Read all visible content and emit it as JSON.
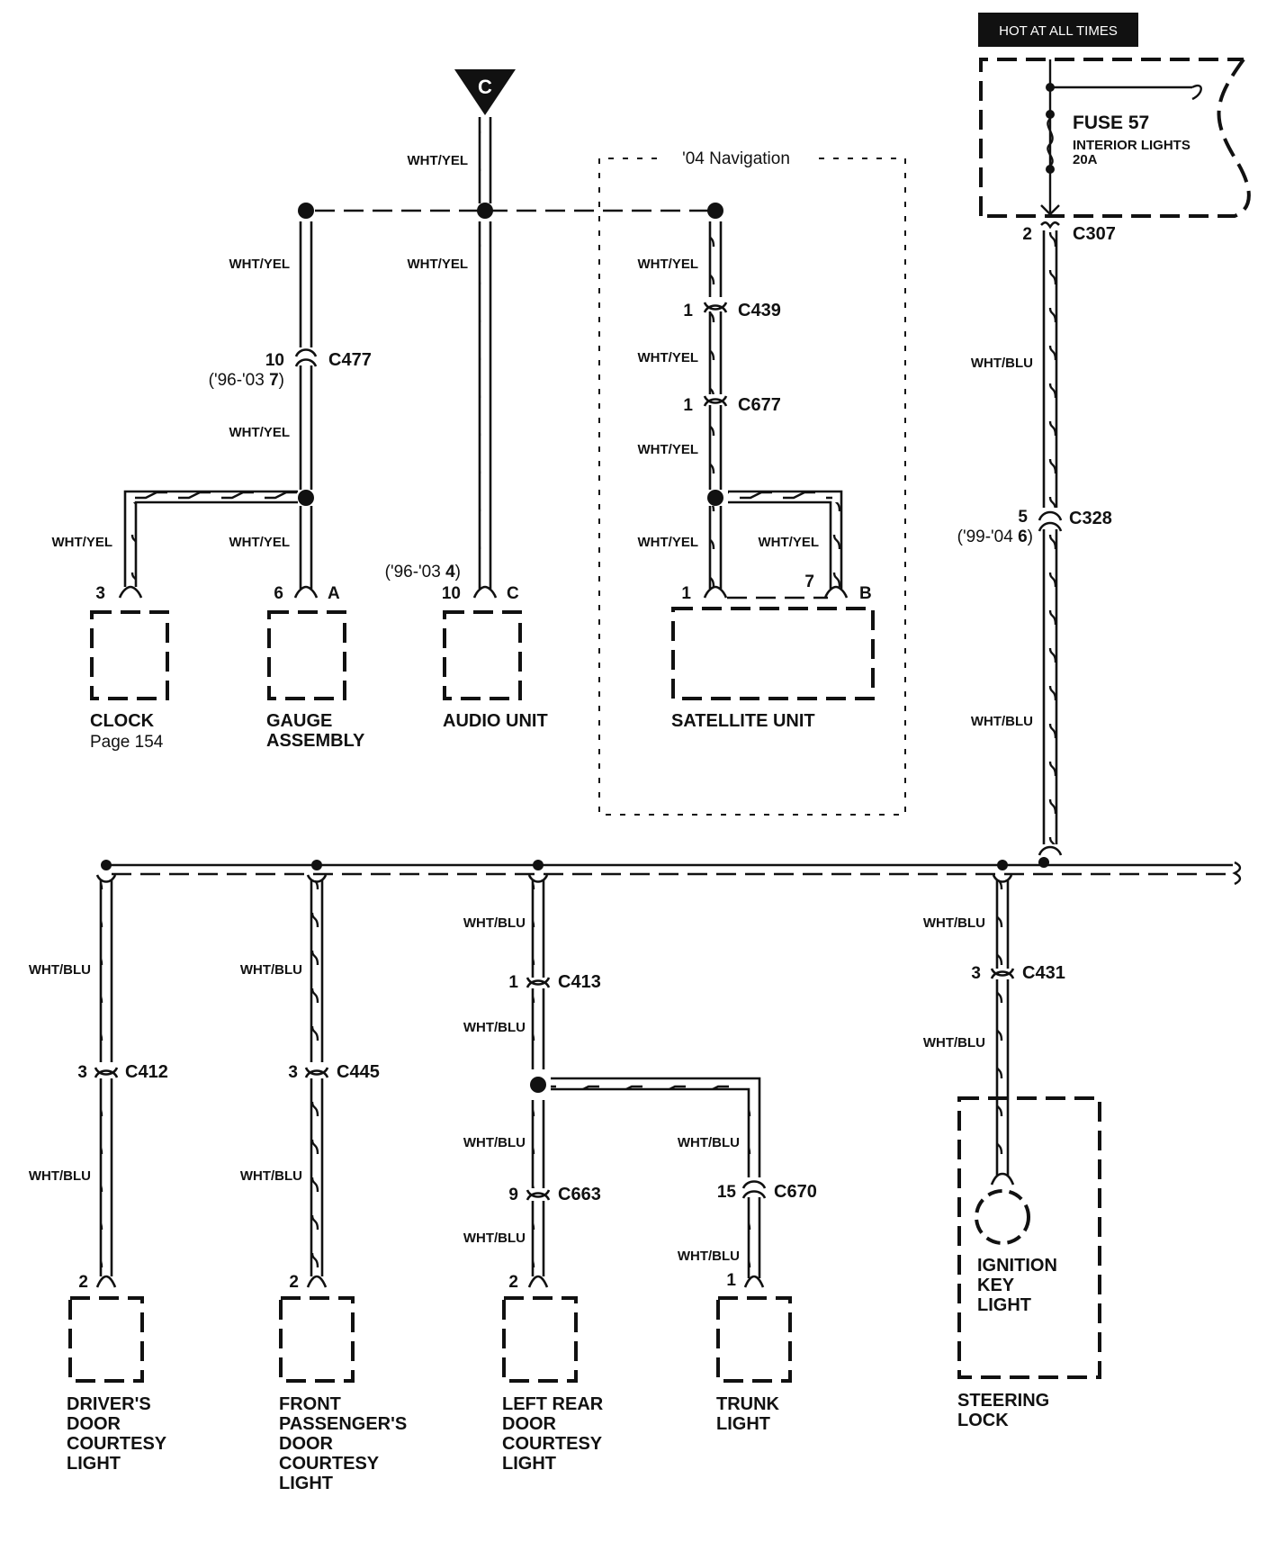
{
  "power": {
    "hot_label": "HOT AT ALL TIMES",
    "fuse_title": "FUSE 57",
    "fuse_circuit": "INTERIOR LIGHTS",
    "fuse_rating": "20A",
    "out_pin": "2",
    "out_connector": "C307"
  },
  "marker": {
    "letter": "C"
  },
  "nav_box": {
    "label": "'04 Navigation"
  },
  "wires": {
    "wht_yel": "WHT/YEL",
    "wht_blu": "WHT/BLU"
  },
  "upper": {
    "c477": {
      "pin": "10",
      "name": "C477",
      "note_prefix": "('96-'03 ",
      "note_pin": "7",
      "note_suffix": ")"
    },
    "c439": {
      "pin": "1",
      "name": "C439"
    },
    "c677": {
      "pin": "1",
      "name": "C677"
    },
    "audio_note_prefix": "('96-'03 ",
    "audio_note_pin": "4",
    "audio_note_suffix": ")"
  },
  "components_top": [
    {
      "name": "CLOCK",
      "sub": "Page 154",
      "pin": "3",
      "conn": ""
    },
    {
      "name": "GAUGE",
      "name2": "ASSEMBLY",
      "pin": "6",
      "conn": "A"
    },
    {
      "name": "AUDIO UNIT",
      "pin": "10",
      "conn": "C"
    },
    {
      "name": "SATELLITE UNIT",
      "pin": "1",
      "pin2": "7",
      "conn": "B"
    }
  ],
  "right_feed": {
    "c328": {
      "pin": "5",
      "name": "C328",
      "note_prefix": "('99-'04 ",
      "note_pin": "6",
      "note_suffix": ")"
    }
  },
  "lower": {
    "c412": {
      "pin": "3",
      "name": "C412"
    },
    "c445": {
      "pin": "3",
      "name": "C445"
    },
    "c413": {
      "pin": "1",
      "name": "C413"
    },
    "c663": {
      "pin": "9",
      "name": "C663"
    },
    "c670": {
      "pin": "15",
      "name": "C670"
    },
    "c431": {
      "pin": "3",
      "name": "C431"
    }
  },
  "components_bottom": [
    {
      "lines": [
        "DRIVER'S",
        "DOOR",
        "COURTESY",
        "LIGHT"
      ],
      "pin": "2"
    },
    {
      "lines": [
        "FRONT",
        "PASSENGER'S",
        "DOOR",
        "COURTESY",
        "LIGHT"
      ],
      "pin": "2"
    },
    {
      "lines": [
        "LEFT REAR",
        "DOOR",
        "COURTESY",
        "LIGHT"
      ],
      "pin": "2"
    },
    {
      "lines": [
        "TRUNK",
        "LIGHT"
      ],
      "pin": "1"
    },
    {
      "lines": [
        "STEERING",
        "LOCK"
      ],
      "inner": [
        "IGNITION",
        "KEY",
        "LIGHT"
      ]
    }
  ]
}
